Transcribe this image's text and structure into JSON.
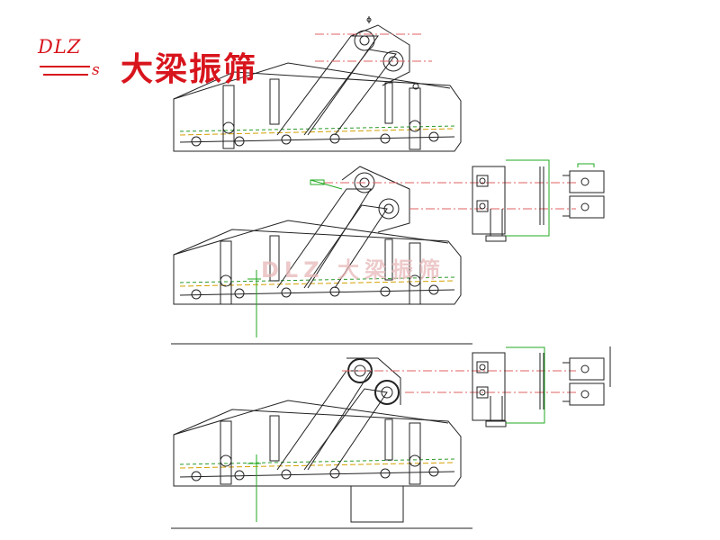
{
  "logo": {
    "letters": "DLZ",
    "sub_letter": "s",
    "brand_name": "大梁振筛",
    "color": "#d8141c"
  },
  "watermark": {
    "text": "DLZ 大梁振筛",
    "color": "#e7b7b9"
  },
  "diagram": {
    "views": [
      "view-top",
      "view-middle",
      "view-bottom"
    ],
    "colors": {
      "outline": "#222222",
      "centerline": "#e06060",
      "dimension": "#22aa22"
    }
  }
}
